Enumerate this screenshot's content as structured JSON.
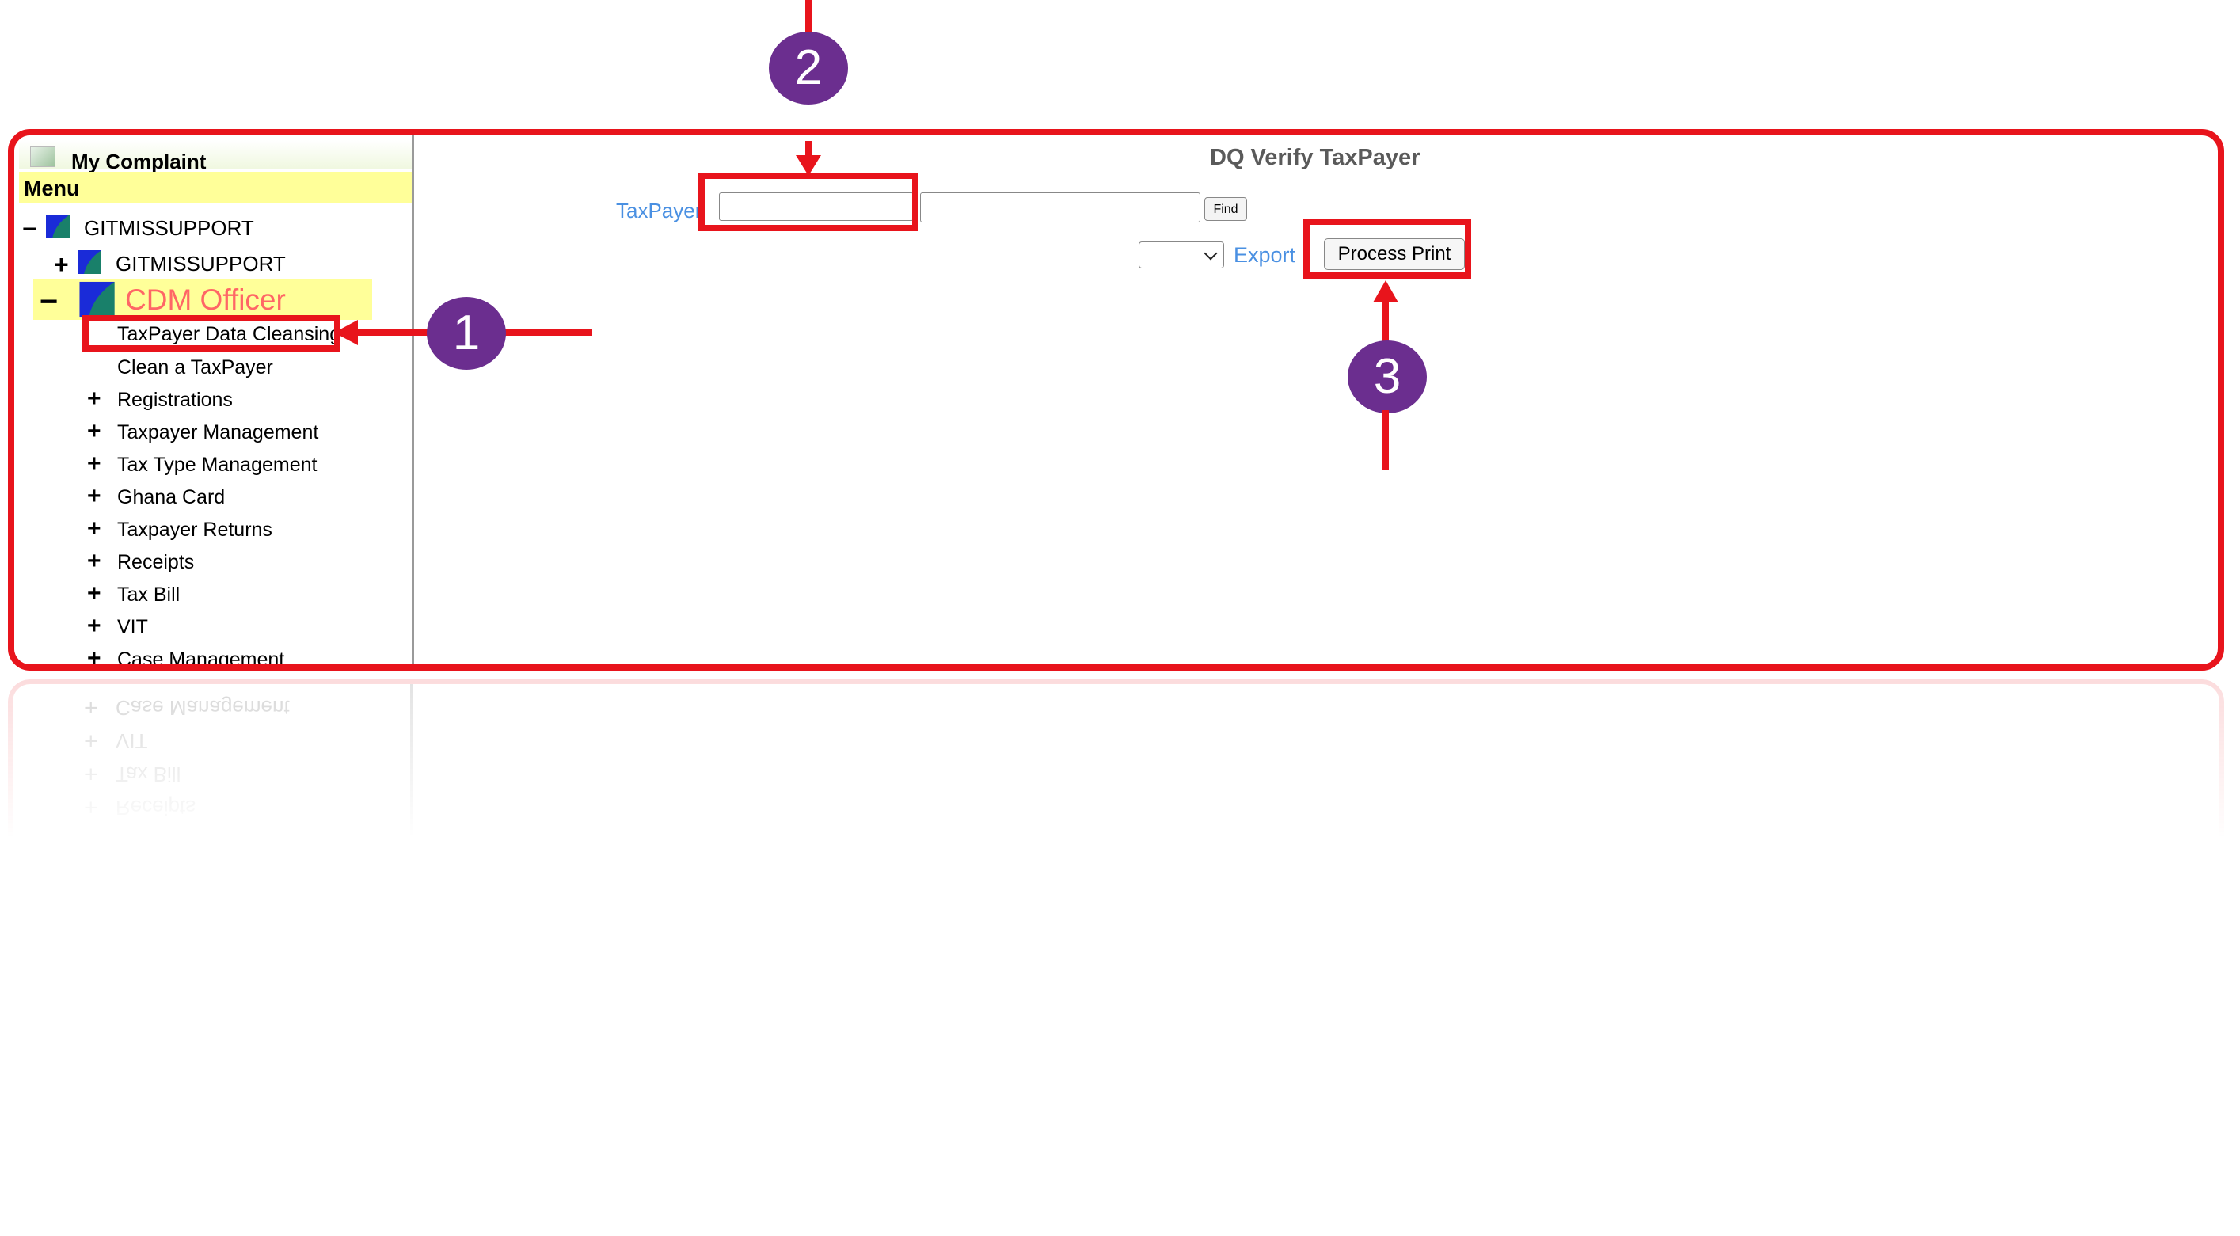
{
  "sidebar": {
    "complaint_label": "My Complaint",
    "menu_label": "Menu",
    "root_node": "GITMISSUPPORT",
    "child_node": "GITMISSUPPORT",
    "active_node": "CDM Officer",
    "sub_items": [
      "TaxPayer Data Cleansing",
      "Clean a TaxPayer"
    ],
    "groups": [
      "Registrations",
      "Taxpayer Management",
      "Tax Type Management",
      "Ghana Card",
      "Taxpayer Returns",
      "Receipts",
      "Tax Bill",
      "VIT",
      "Case Management"
    ],
    "expanded_sign": "−",
    "collapsed_sign": "+"
  },
  "main": {
    "title": "DQ Verify TaxPayer",
    "taxpayer_label": "TaxPayer",
    "taxpayer_value": "",
    "find_label": "Find",
    "export_label": "Export",
    "process_print_label": "Process Print"
  },
  "callouts": [
    "1",
    "2",
    "3"
  ],
  "colors": {
    "highlight": "#e8141c",
    "badge": "#6b2e8f",
    "link": "#4a90e2",
    "menu_bg": "#ffff99"
  }
}
